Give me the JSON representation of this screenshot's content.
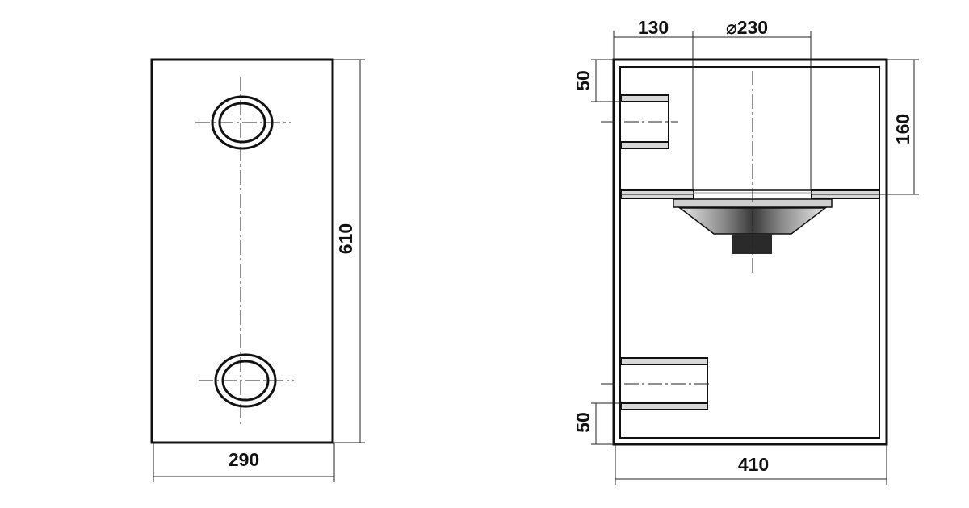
{
  "front_view": {
    "width_label": "290",
    "height_label": "610"
  },
  "side_view": {
    "depth_label": "410",
    "woofer_offset_label": "130",
    "woofer_diameter_label": "⌀230",
    "top_port_offset_label": "50",
    "bottom_port_offset_label": "50",
    "baffle_height_label": "160"
  },
  "colors": {
    "line": "#111111",
    "shade_light": "#d8d8d8",
    "shade_dark": "#2a2a2a"
  }
}
